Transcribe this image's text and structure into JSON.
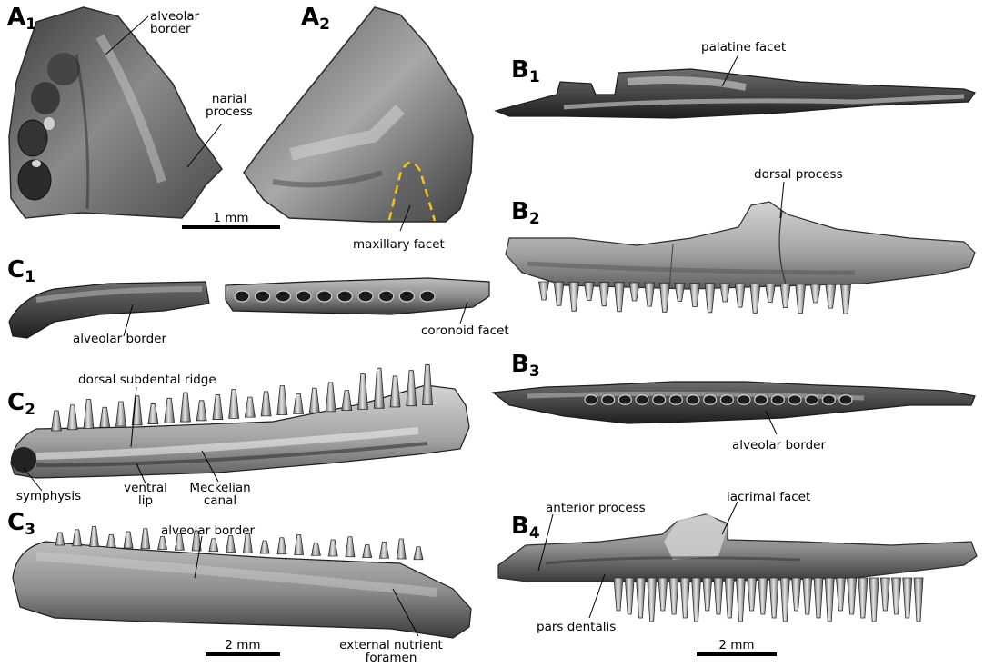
{
  "panels": {
    "A1": {
      "letter": "A",
      "number": "1"
    },
    "A2": {
      "letter": "A",
      "number": "2"
    },
    "B1": {
      "letter": "B",
      "number": "1"
    },
    "B2": {
      "letter": "B",
      "number": "2"
    },
    "B3": {
      "letter": "B",
      "number": "3"
    },
    "B4": {
      "letter": "B",
      "number": "4"
    },
    "C1": {
      "letter": "C",
      "number": "1"
    },
    "C2": {
      "letter": "C",
      "number": "2"
    },
    "C3": {
      "letter": "C",
      "number": "3"
    }
  },
  "labels": {
    "alveolar_border_line1": "alveolar",
    "alveolar_border_line2": "border",
    "narial_line1": "narial",
    "narial_line2": "process",
    "maxillary_facet": "maxillary facet",
    "palatine_facet": "palatine facet",
    "dorsal_process": "dorsal process",
    "c1_alveolar_border": "alveolar border",
    "coronoid_facet": "coronoid facet",
    "b3_alveolar_border": "alveolar border",
    "dorsal_subdental_ridge": "dorsal subdental ridge",
    "symphysis": "symphysis",
    "ventral_line1": "ventral",
    "ventral_line2": "lip",
    "meckelian_line1": "Meckelian",
    "meckelian_line2": "canal",
    "c3_alveolar_border": "alveolar border",
    "external_line1": "external nutrient",
    "external_line2": "foramen",
    "anterior_process": "anterior process",
    "lacrimal_facet": "lacrimal facet",
    "pars_dentalis": "pars dentalis"
  },
  "scale_bars": {
    "a": "1 mm",
    "c": "2 mm",
    "b": "2 mm"
  },
  "colors": {
    "facet_outline": "#f0c419"
  }
}
